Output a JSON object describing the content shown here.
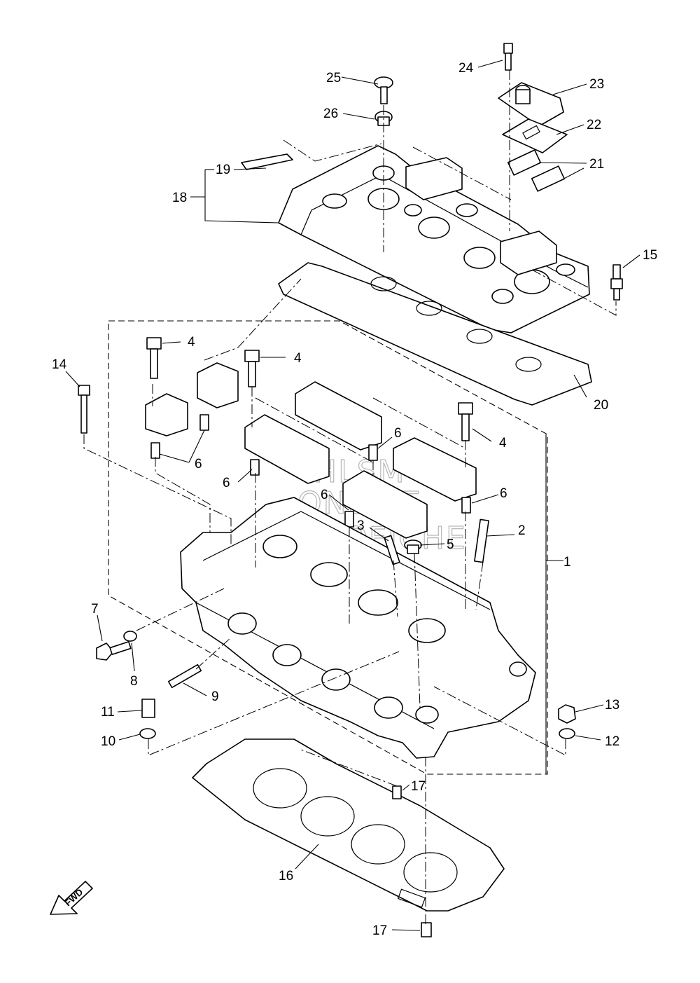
{
  "diagram": {
    "watermark": [
      "HLSM",
      "ONLINE",
      "MICROFICHE"
    ],
    "fwd_label": "FWD",
    "callouts": {
      "c1": "1",
      "c2": "2",
      "c3": "3",
      "c4a": "4",
      "c4b": "4",
      "c4c": "4",
      "c5": "5",
      "c6a": "6",
      "c6b": "6",
      "c6c": "6",
      "c6d": "6",
      "c6e": "6",
      "c7": "7",
      "c8": "8",
      "c9": "9",
      "c10": "10",
      "c11": "11",
      "c12": "12",
      "c13": "13",
      "c14": "14",
      "c15": "15",
      "c16": "16",
      "c17a": "17",
      "c17b": "17",
      "c18": "18",
      "c19": "19",
      "c20": "20",
      "c21": "21",
      "c22": "22",
      "c23": "23",
      "c24": "24",
      "c25": "25",
      "c26": "26"
    }
  }
}
